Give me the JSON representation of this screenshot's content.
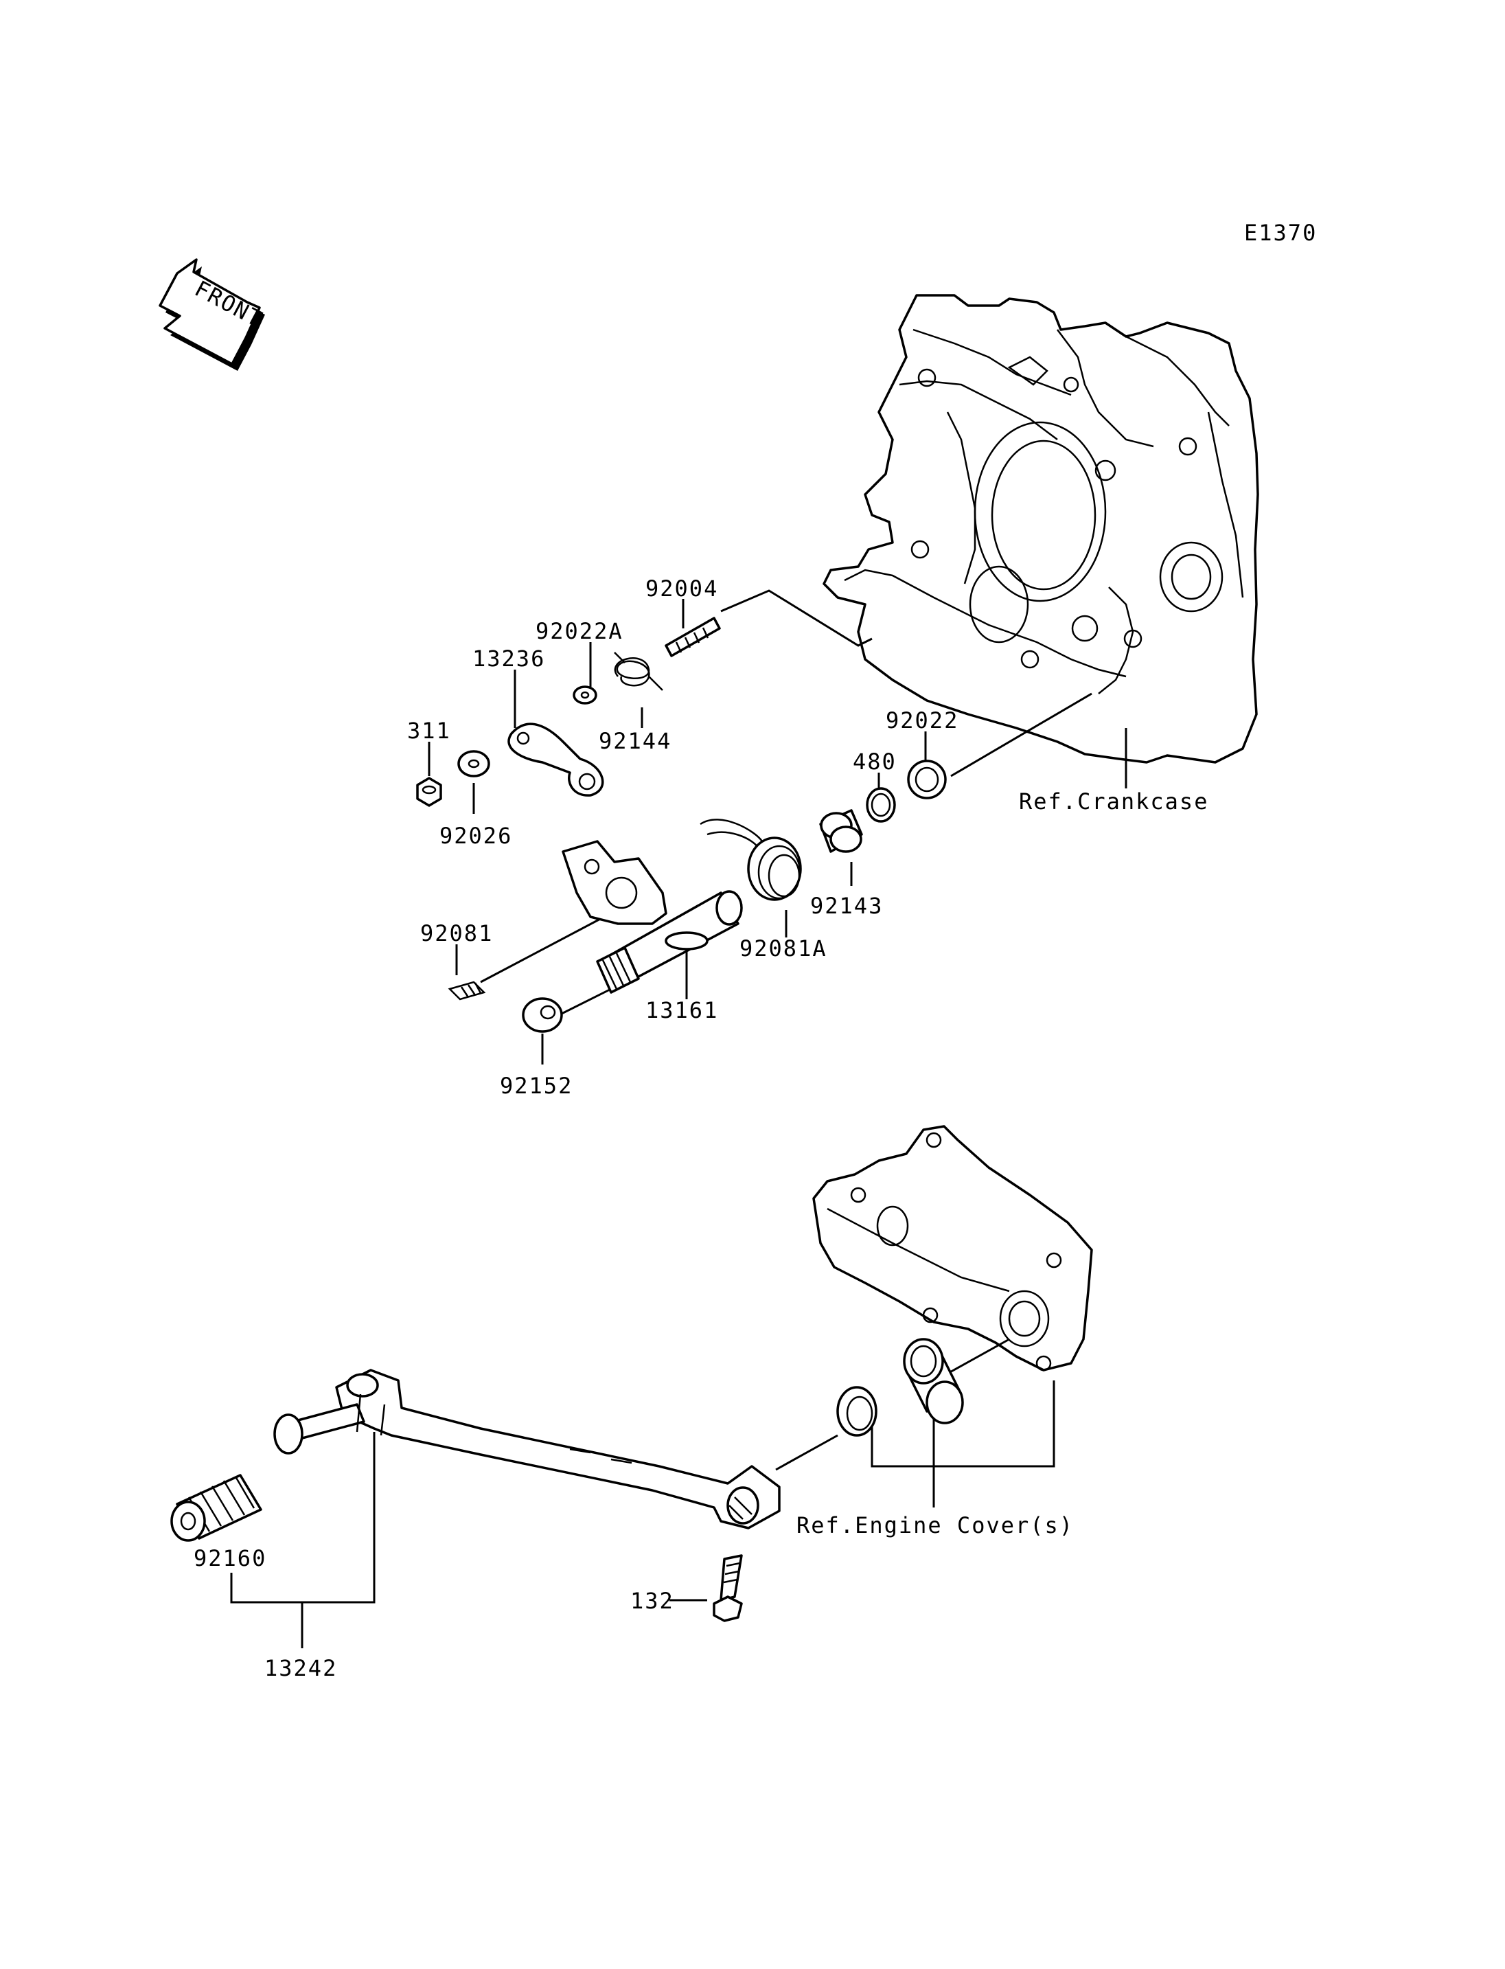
{
  "diagram_id": "E1370",
  "front_arrow_label": "FRONT",
  "parts": {
    "p92004": "92004",
    "p92022A": "92022A",
    "p13236": "13236",
    "p92144": "92144",
    "p311": "311",
    "p92026": "92026",
    "p92022": "92022",
    "p480": "480",
    "p92081": "92081",
    "p92143": "92143",
    "p92081A": "92081A",
    "p13161": "13161",
    "p92152": "92152",
    "p92160": "92160",
    "p132": "132",
    "p13242": "13242"
  },
  "refs": {
    "crankcase": "Ref.Crankcase",
    "engine_cover": "Ref.Engine Cover(s)"
  }
}
